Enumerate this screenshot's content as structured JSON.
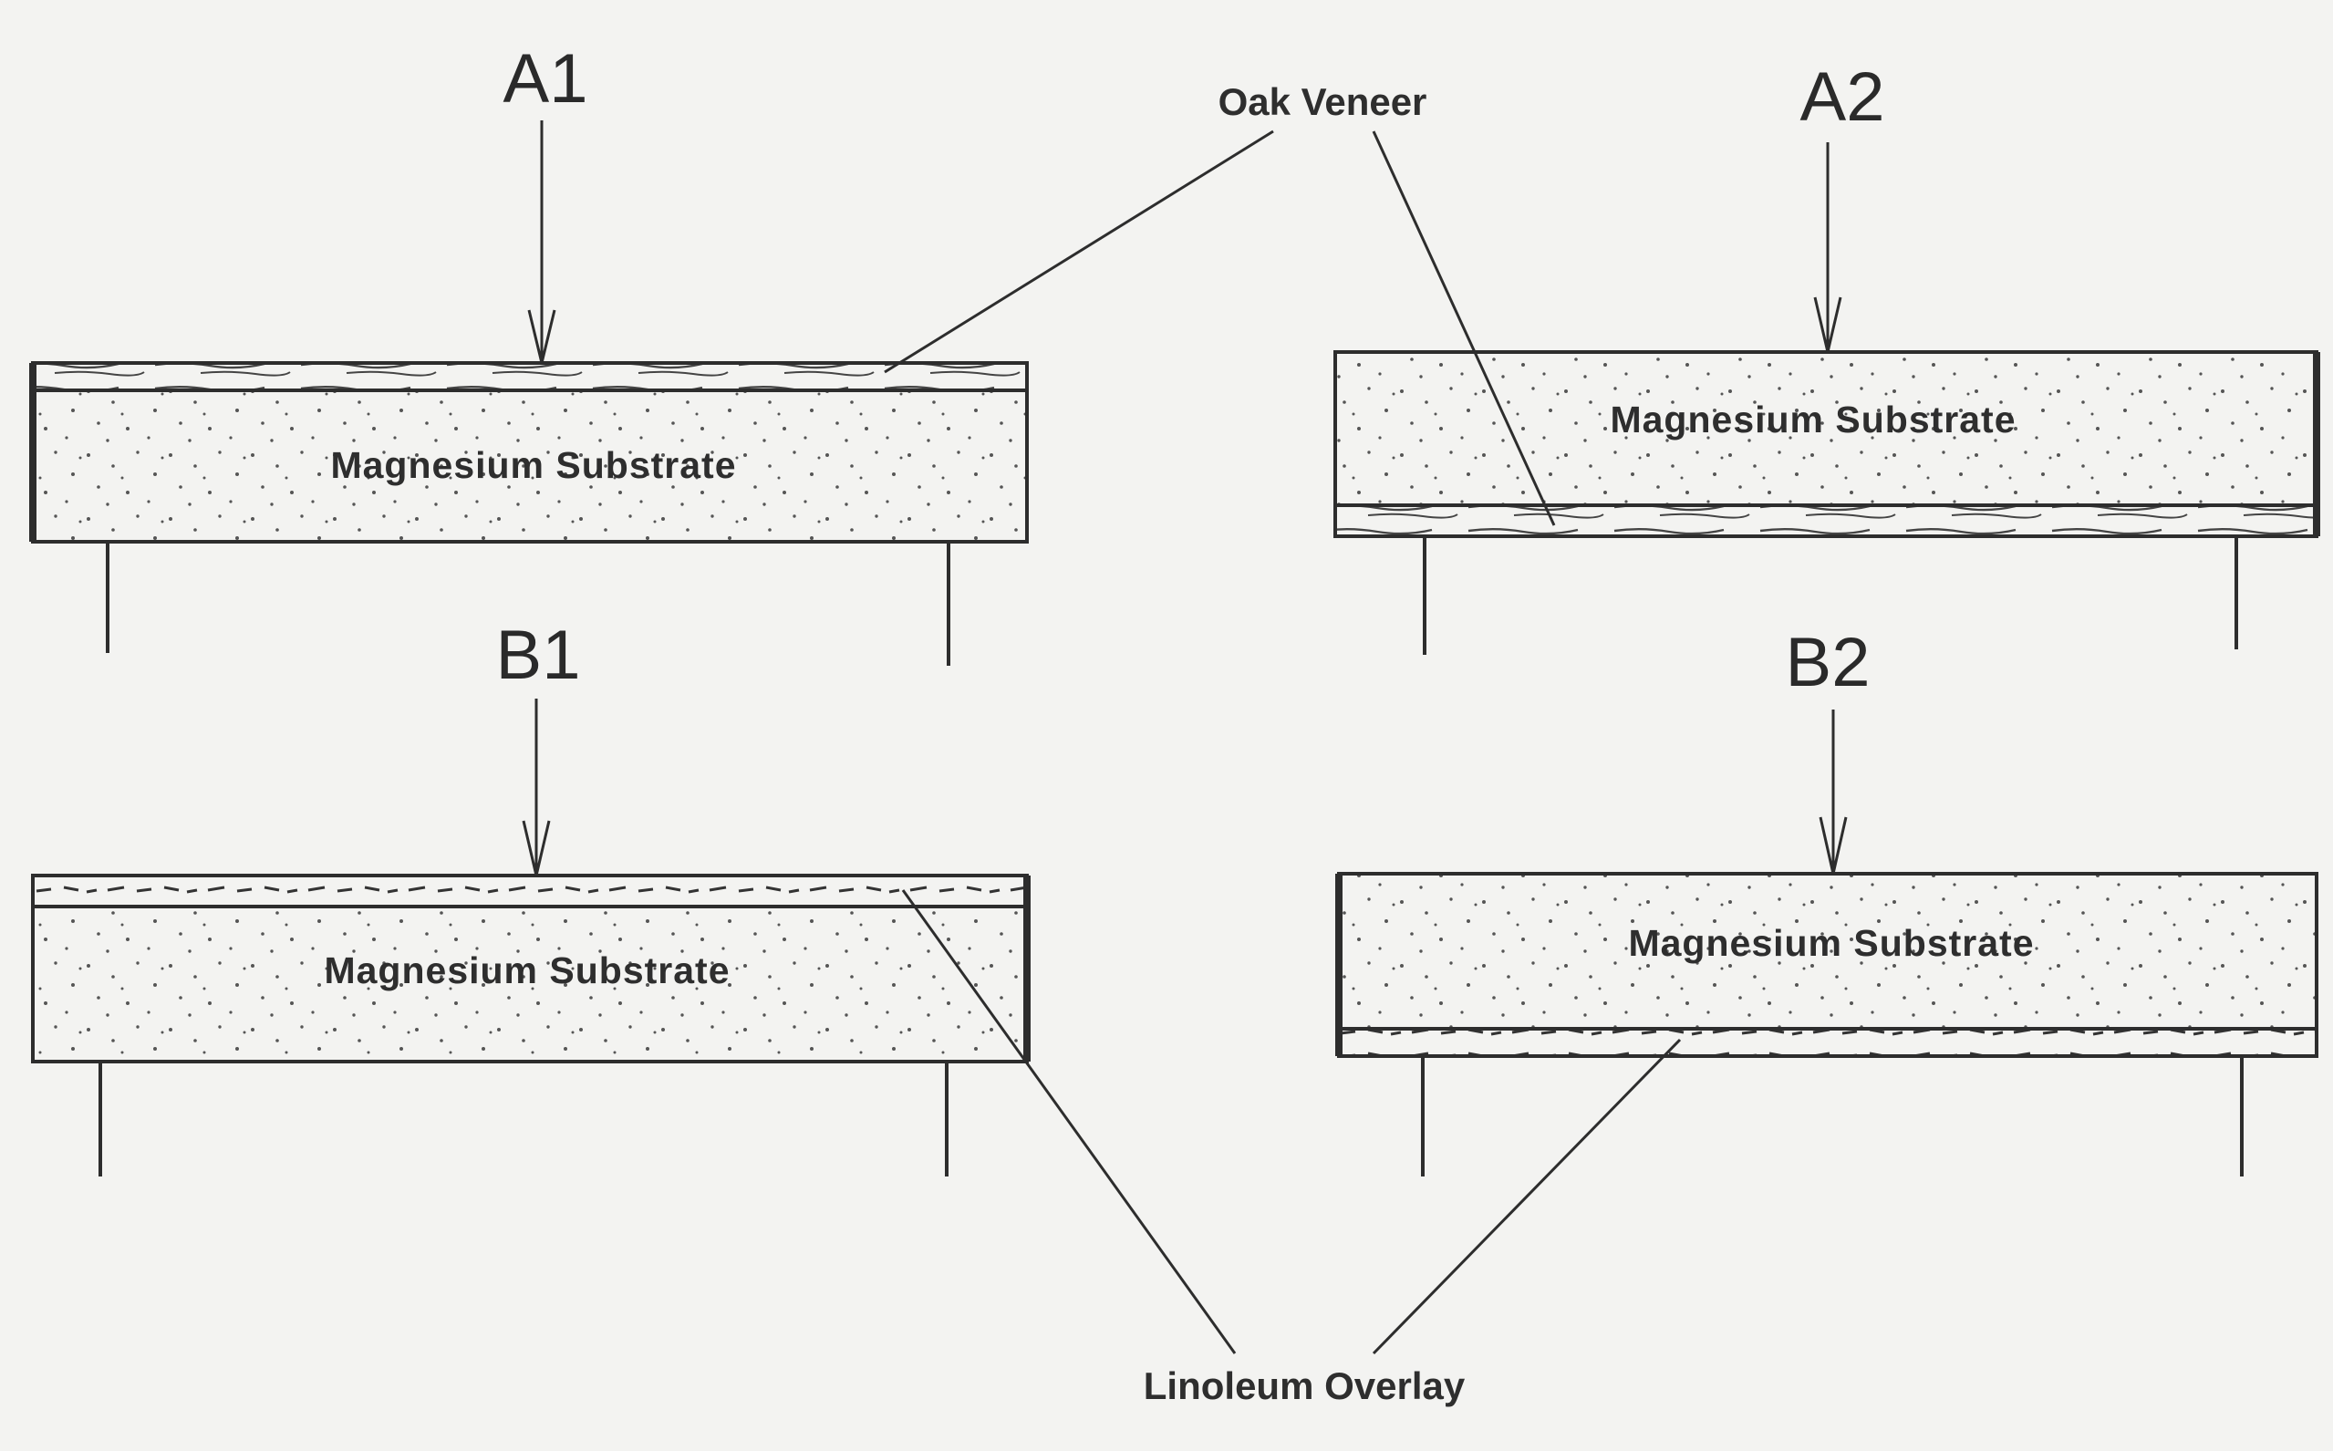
{
  "panels": {
    "a1": {
      "label": "A1",
      "substrate": "Magnesium Substrate"
    },
    "a2": {
      "label": "A2",
      "substrate": "Magnesium Substrate"
    },
    "b1": {
      "label": "B1",
      "substrate": "Magnesium Substrate"
    },
    "b2": {
      "label": "B2",
      "substrate": "Magnesium Substrate"
    }
  },
  "callouts": {
    "oak_veneer": "Oak Veneer",
    "linoleum_overlay": "Linoleum Overlay"
  }
}
